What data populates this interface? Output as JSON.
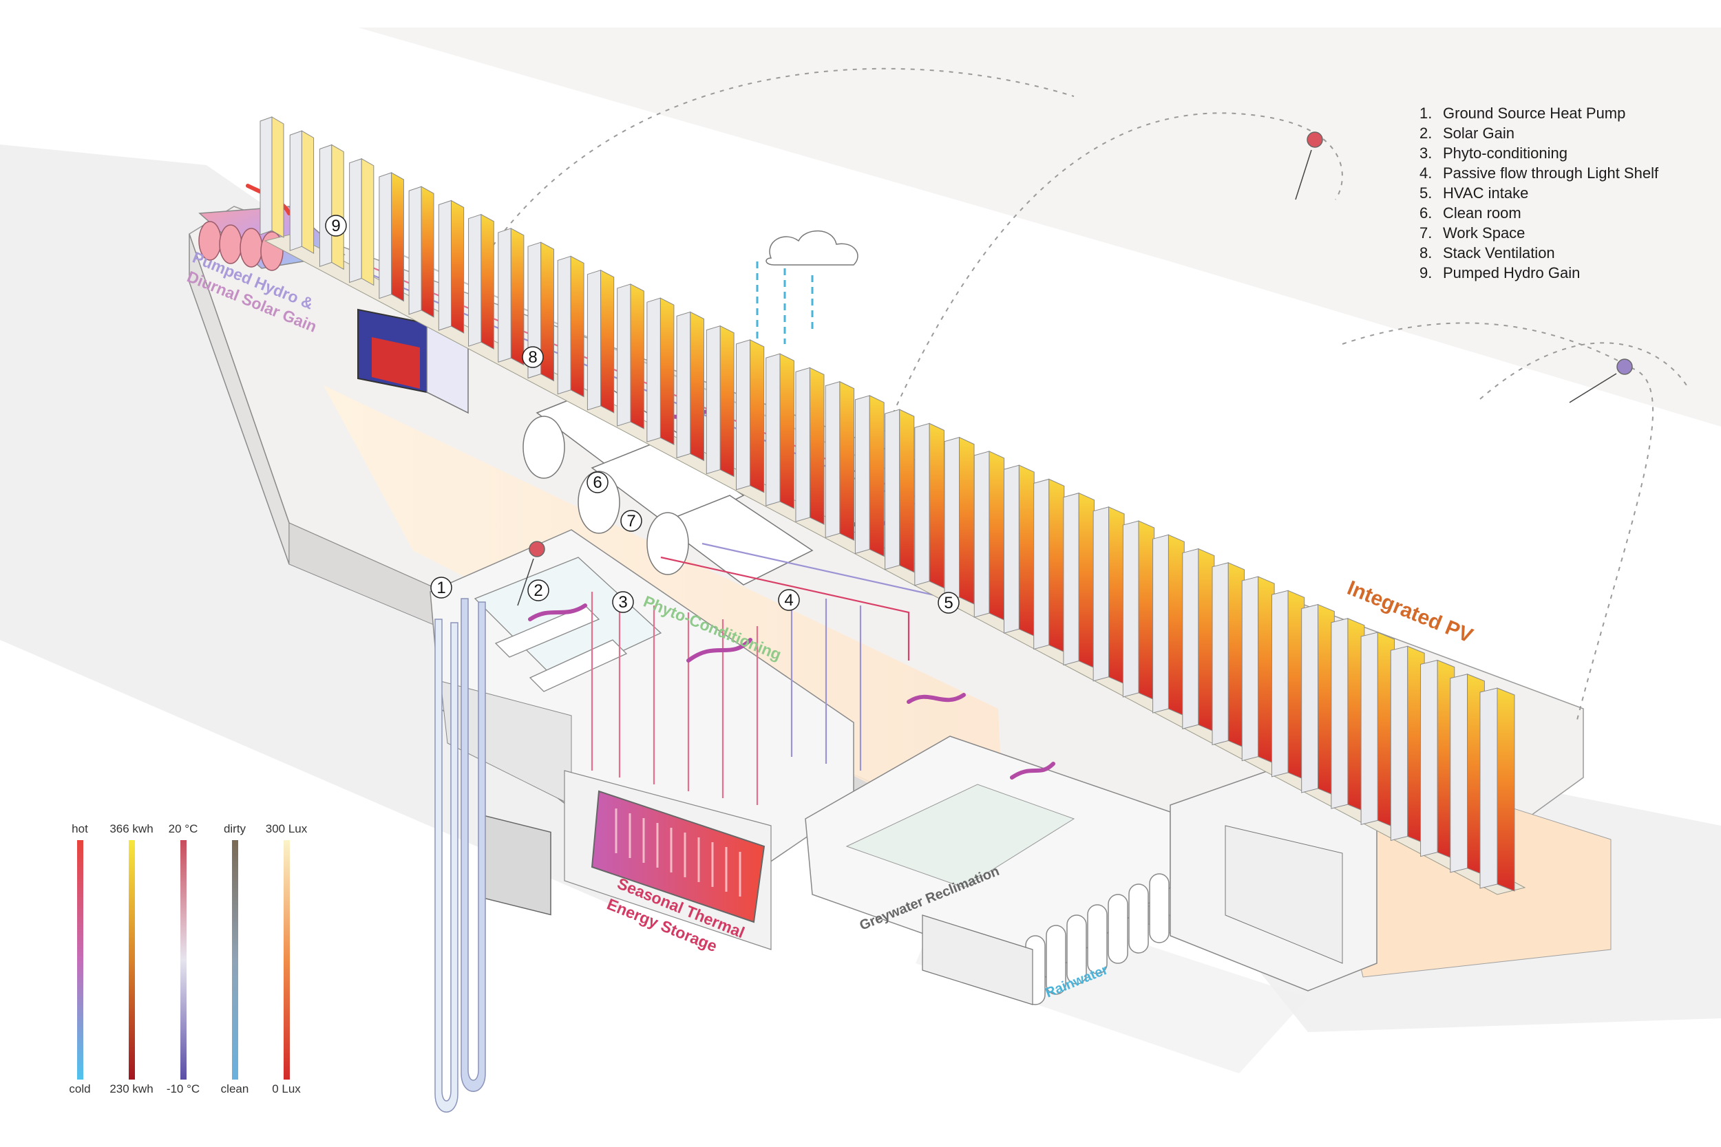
{
  "legend": [
    {
      "num": "1.",
      "label": "Ground Source Heat Pump"
    },
    {
      "num": "2.",
      "label": "Solar Gain"
    },
    {
      "num": "3.",
      "label": "Phyto-conditioning"
    },
    {
      "num": "4.",
      "label": "Passive flow through Light Shelf"
    },
    {
      "num": "5.",
      "label": "HVAC intake"
    },
    {
      "num": "6.",
      "label": "Clean room"
    },
    {
      "num": "7.",
      "label": "Work Space"
    },
    {
      "num": "8.",
      "label": "Stack Ventilation"
    },
    {
      "num": "9.",
      "label": "Pumped Hydro Gain"
    }
  ],
  "labels": {
    "pumped_hydro_1": "Pumped Hydro &",
    "pumped_hydro_2": "Diurnal Solar Gain",
    "phyto": "Phyto-Conditioning",
    "integrated_pv": "Integrated PV",
    "seasonal_1": "Seasonal Thermal",
    "seasonal_2": "Energy Storage",
    "greywater": "Greywater Reclimation",
    "rainwater": "Rainwater"
  },
  "markers": [
    "1",
    "2",
    "3",
    "4",
    "5",
    "6",
    "7",
    "8",
    "9"
  ],
  "scales": [
    {
      "top": "hot",
      "bottom": "cold",
      "colors": [
        "#e8433a",
        "#c56cb8",
        "#4ec3ee"
      ]
    },
    {
      "top": "366 kwh",
      "bottom": "230 kwh",
      "colors": [
        "#f7e73c",
        "#d9832a",
        "#a3151f"
      ]
    },
    {
      "top": "20 °C",
      "bottom": "-10 °C",
      "colors": [
        "#c84c5c",
        "#e6e4ee",
        "#5a4ea6"
      ]
    },
    {
      "top": "dirty",
      "bottom": "clean",
      "colors": [
        "#7a6a55",
        "#8fa3b6",
        "#6ab1de"
      ]
    },
    {
      "top": "300 Lux",
      "bottom": "0 Lux",
      "colors": [
        "#fbf3c9",
        "#f08d4a",
        "#d22a2a"
      ]
    }
  ],
  "colors": {
    "panel_top": "#f7d23a",
    "panel_mid": "#f07a2a",
    "panel_bottom": "#d6282a",
    "sun_red": "#d9545f",
    "sun_purple": "#9a86c6"
  }
}
